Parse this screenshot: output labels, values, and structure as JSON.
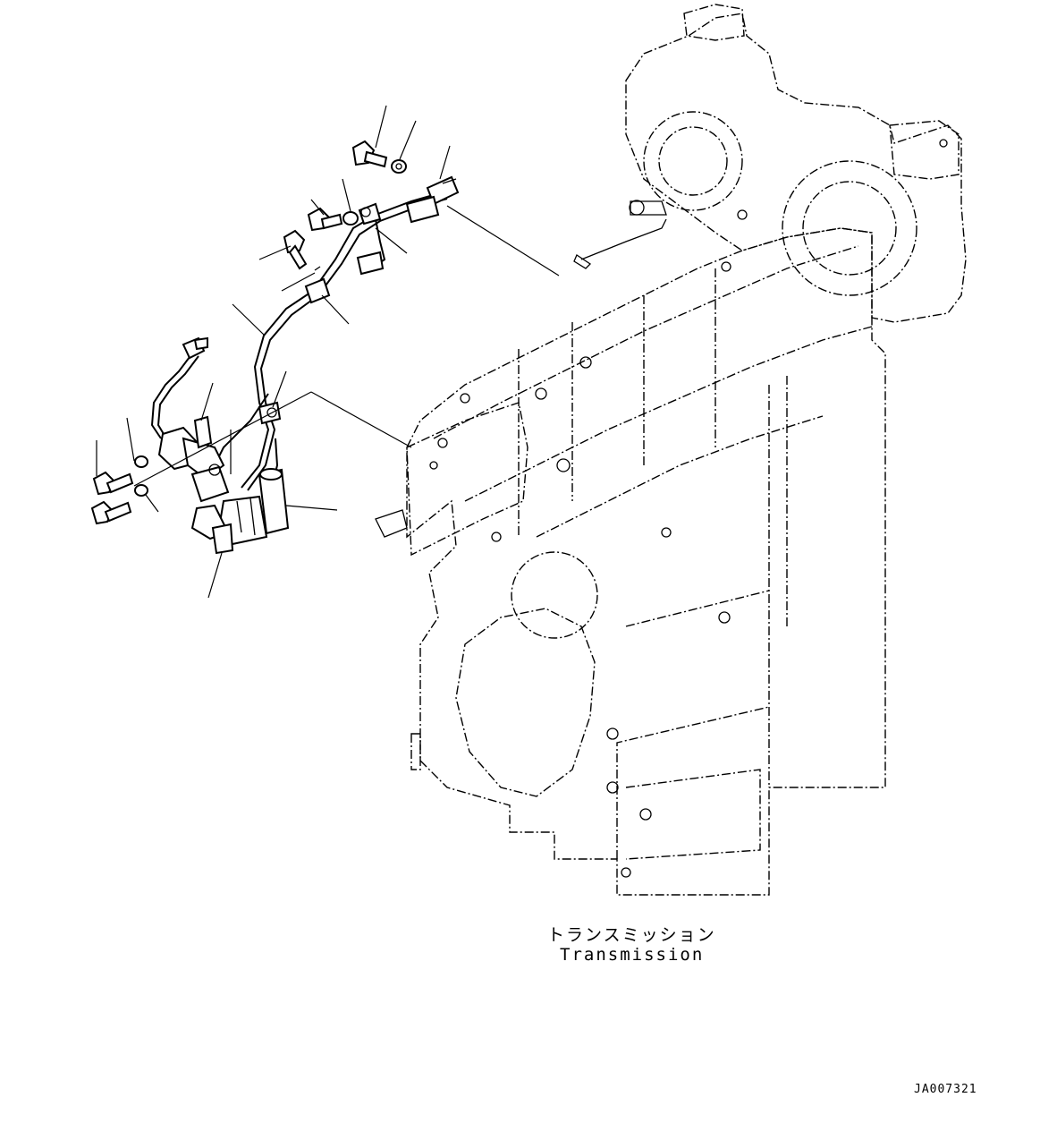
{
  "captions": {
    "japanese": "トランスミッション",
    "english": "Transmission"
  },
  "drawing_id": "JA007321",
  "colors": {
    "line": "#000000",
    "background": "#ffffff"
  },
  "parts": [
    {
      "name": "bolt-upper",
      "kind": "bolt"
    },
    {
      "name": "washer-upper",
      "kind": "washer"
    },
    {
      "name": "terminal-connector",
      "kind": "connector"
    },
    {
      "name": "wire-harness",
      "kind": "harness"
    },
    {
      "name": "harness-clamp",
      "kind": "clamp"
    },
    {
      "name": "solenoid-valve-upper",
      "kind": "solenoid"
    },
    {
      "name": "solenoid-valve-lower",
      "kind": "solenoid"
    },
    {
      "name": "bolt-lower",
      "kind": "bolt"
    },
    {
      "name": "washer-lower",
      "kind": "washer"
    }
  ]
}
